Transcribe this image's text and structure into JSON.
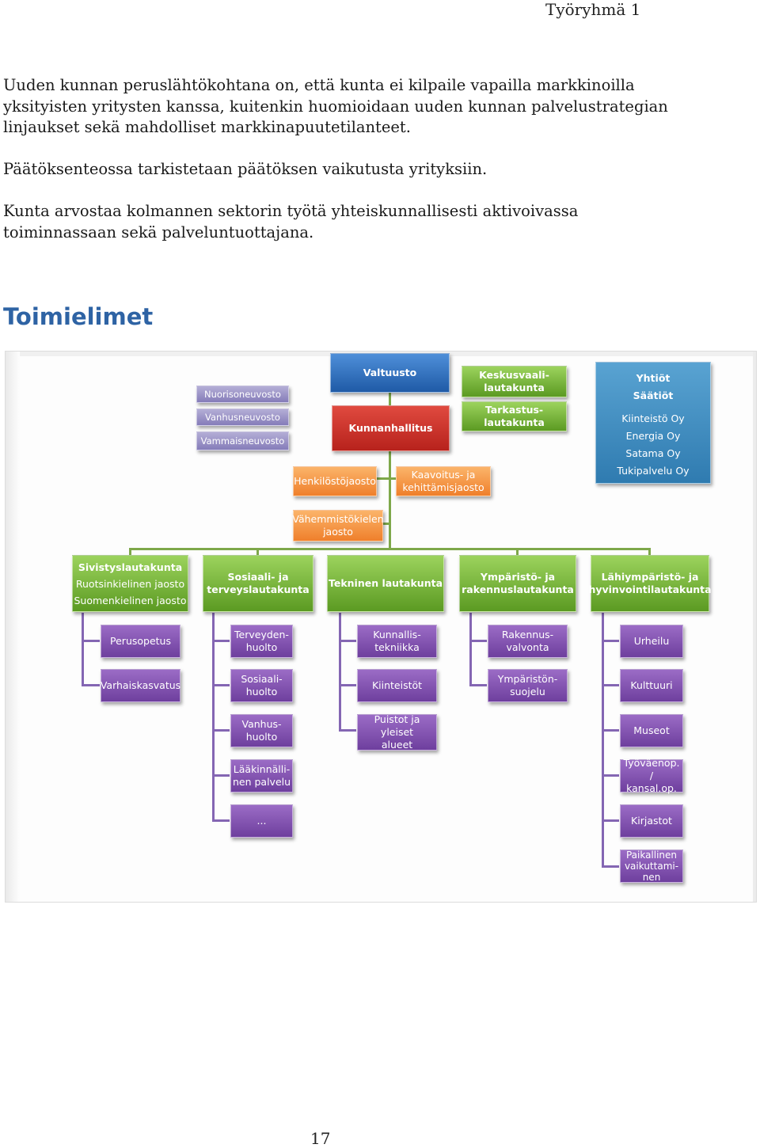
{
  "header": {
    "group": "Työryhmä 1"
  },
  "paragraphs": {
    "p1": [
      "Uuden kunnan peruslähtökohtana on, että kunta ei kilpaile vapailla markkinoilla",
      "yksityisten yritysten kanssa, kuitenkin huomioidaan uuden kunnan palvelustrategian",
      "linjaukset sekä mahdolliset markkinapuutetilanteet."
    ],
    "p2": "Päätöksenteossa tarkistetaan päätöksen vaikutusta yrityksiin.",
    "p3": [
      "Kunta arvostaa kolmannen sektorin työtä yhteiskunnallisesti aktivoivassa",
      "toiminnassaan sekä palveluntuottajana."
    ]
  },
  "section_heading": "Toimielimet",
  "org": {
    "valtuusto": "Valtuusto",
    "kunnanhallitus": "Kunnanhallitus",
    "councils": [
      "Nuorisoneuvosto",
      "Vanhusneuvosto",
      "Vammaisneuvosto"
    ],
    "keskusvaali": [
      "Keskusvaali-",
      "lautakunta"
    ],
    "tarkastus": [
      "Tarkastus-",
      "lautakunta"
    ],
    "henkilosto": "Henkilöstöjaosto",
    "kaavoitus": [
      "Kaavoitus- ja",
      "kehittämisjaosto"
    ],
    "vahemmisto": [
      "Vähemmistökielen",
      "jaosto"
    ],
    "companies": {
      "title1": "Yhtiöt",
      "title2": "Säätiöt",
      "items": [
        "Kiinteistö Oy",
        "Energia Oy",
        "Satama Oy",
        "Tukipalvelu Oy"
      ]
    },
    "boards": {
      "sivistys": {
        "title": "Sivistyslautakunta",
        "sub": [
          "Ruotsinkielinen jaosto",
          "Suomenkielinen jaosto"
        ]
      },
      "sosiaali": [
        "Sosiaali- ja",
        "terveyslautakunta"
      ],
      "tekninen": "Tekninen lautakunta",
      "ymparisto": [
        "Ympäristö- ja",
        "rakennuslautakunta"
      ],
      "lahiymparisto": [
        "Lähiympäristö- ja",
        "hyvinvointilautakunta"
      ]
    },
    "units": {
      "sivistys": [
        "Perusopetus",
        "Varhaiskasvatus"
      ],
      "sosiaali": [
        [
          "Terveyden-",
          "huolto"
        ],
        [
          "Sosiaali-",
          "huolto"
        ],
        [
          "Vanhus-",
          "huolto"
        ],
        [
          "Lääkinnälli-",
          "nen palvelu"
        ],
        [
          "..."
        ]
      ],
      "tekninen": [
        [
          "Kunnallis-",
          "tekniikka"
        ],
        [
          "Kiinteistöt"
        ],
        [
          "Puistot ja yleiset",
          "alueet"
        ]
      ],
      "ymparisto": [
        [
          "Rakennus-",
          "valvonta"
        ],
        [
          "Ympäristön-",
          "suojelu"
        ]
      ],
      "lahiymparisto": [
        [
          "Urheilu"
        ],
        [
          "Kulttuuri"
        ],
        [
          "Museot"
        ],
        [
          "Työväenop. /",
          "kansal.op."
        ],
        [
          "Kirjastot"
        ],
        [
          "Paikallinen",
          "vaikuttami-",
          "nen"
        ]
      ]
    }
  },
  "page_number": "17"
}
